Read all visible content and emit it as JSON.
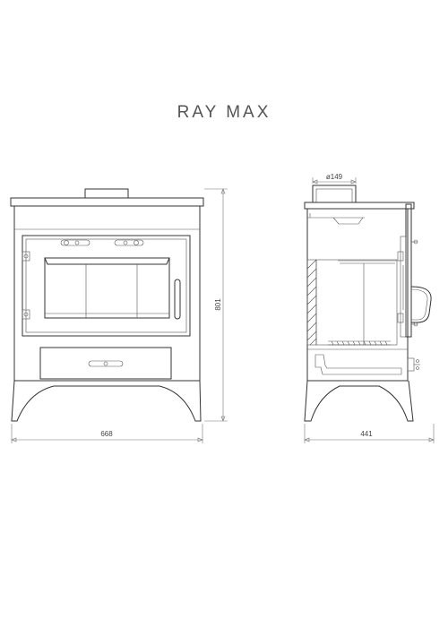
{
  "title": "RAY MAX",
  "dimensions": {
    "front_width": "668",
    "front_height": "801",
    "side_depth": "441",
    "flue_diameter": "ø149"
  },
  "colors": {
    "line": "#333333",
    "dimension": "#777777",
    "background": "#ffffff"
  }
}
